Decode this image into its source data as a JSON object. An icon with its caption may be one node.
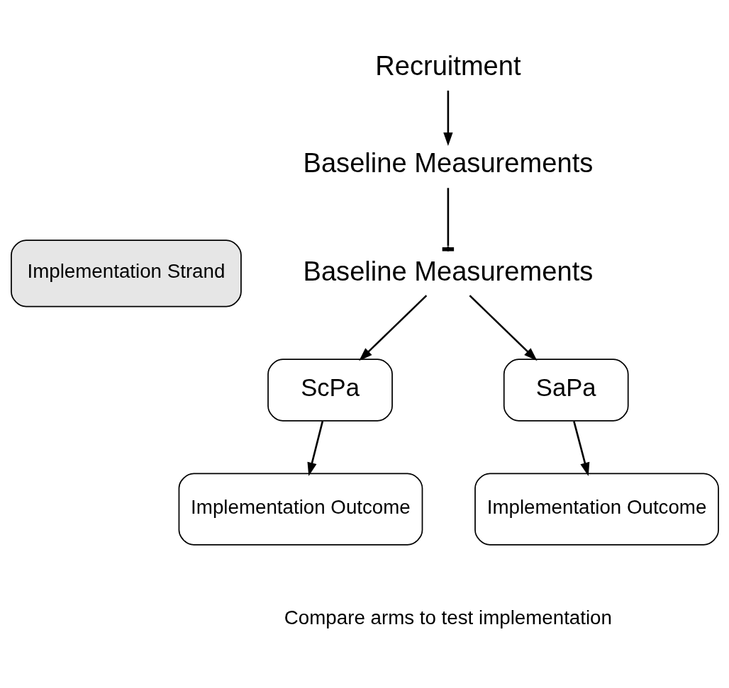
{
  "diagram": {
    "nodes": [
      {
        "text": [
          "Recruitment"
        ]
      },
      {
        "text": [
          "Baseline Measurements"
        ]
      },
      {
        "text": [
          "Baseline Measurements"
        ]
      },
      {
        "text": [
          "Implementation Strand"
        ]
      },
      {
        "text": [
          "ScPa"
        ]
      },
      {
        "text": [
          "SaPa"
        ]
      },
      {
        "text": [
          "Implementation Outcome"
        ]
      },
      {
        "text": [
          "Implementation Outcome"
        ]
      }
    ],
    "edges": [
      {
        "from": 0,
        "to": 1,
        "arrow": "to"
      },
      {
        "from": 1,
        "to": 2,
        "arrow": "other"
      },
      {
        "from": 2,
        "to": 4,
        "arrow": "to"
      },
      {
        "from": 2,
        "to": 5,
        "arrow": "to"
      },
      {
        "from": 4,
        "to": 6,
        "arrow": "to"
      },
      {
        "from": 5,
        "to": 7,
        "arrow": "to"
      }
    ],
    "labels": [
      "Compare arms to test implementation"
    ]
  }
}
